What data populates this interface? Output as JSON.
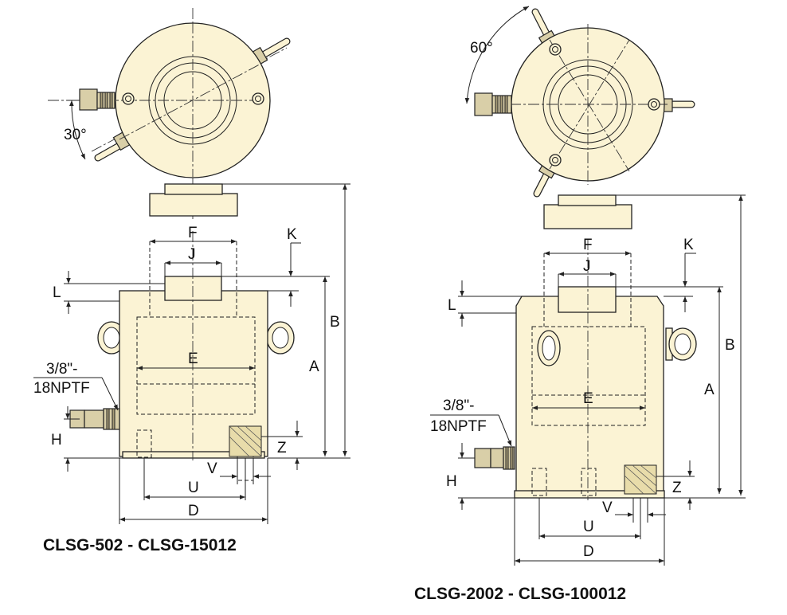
{
  "left": {
    "caption": "CLSG-502 - CLSG-15012",
    "angle": "30°",
    "port": [
      "3/8\"-",
      "18NPTF"
    ],
    "dims": {
      "F": "F",
      "J": "J",
      "K": "K",
      "L": "L",
      "E": "E",
      "A": "A",
      "B": "B",
      "H": "H",
      "Z": "Z",
      "V": "V",
      "U": "U",
      "D": "D"
    }
  },
  "right": {
    "caption": "CLSG-2002 - CLSG-100012",
    "angle": "60°",
    "port": [
      "3/8\"-",
      "18NPTF"
    ],
    "dims": {
      "F": "F",
      "J": "J",
      "K": "K",
      "L": "L",
      "E": "E",
      "A": "A",
      "B": "B",
      "H": "H",
      "Z": "Z",
      "V": "V",
      "U": "U",
      "D": "D"
    }
  },
  "colors": {
    "body_fill": "#fbf3d4",
    "outline": "#222222"
  }
}
